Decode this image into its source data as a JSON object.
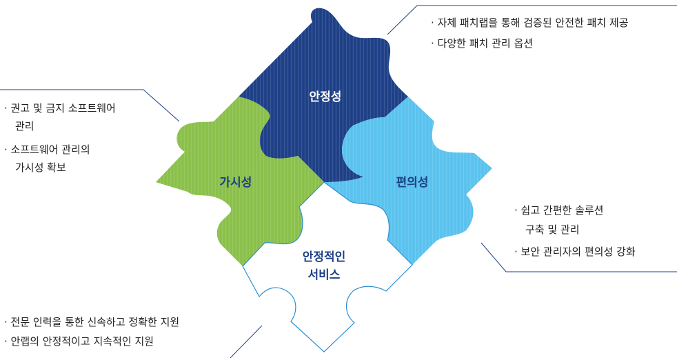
{
  "pieces": {
    "top": {
      "label": "안정성",
      "color": "#1d3f86"
    },
    "left": {
      "label": "가시성",
      "color": "#8ac04a"
    },
    "right": {
      "label": "편의성",
      "color": "#59c2ee"
    },
    "bottom": {
      "line1": "안정적인",
      "line2": "서비스",
      "color": "#ffffff",
      "stroke": "#2b8fd3",
      "label_color": "#1d3f86"
    }
  },
  "callouts": {
    "top_right": [
      "· 자체 패치랩을 통해 검증된 안전한 패치 제공",
      "· 다양한 패치 관리 옵션"
    ],
    "left": [
      "· 권고 및 금지 소프트웨어",
      "관리",
      "· 소프트웨어 관리의",
      "가시성 확보"
    ],
    "right": [
      "· 쉽고 간편한 솔루션",
      "구축 및 관리",
      "· 보안 관리자의 편의성 강화"
    ],
    "bottom_left": [
      "· 전문 인력을 통한 신속하고 정확한 지원",
      "· 안랩의 안정적이고 지속적인 지원"
    ]
  },
  "line_color": "#1d3f86"
}
